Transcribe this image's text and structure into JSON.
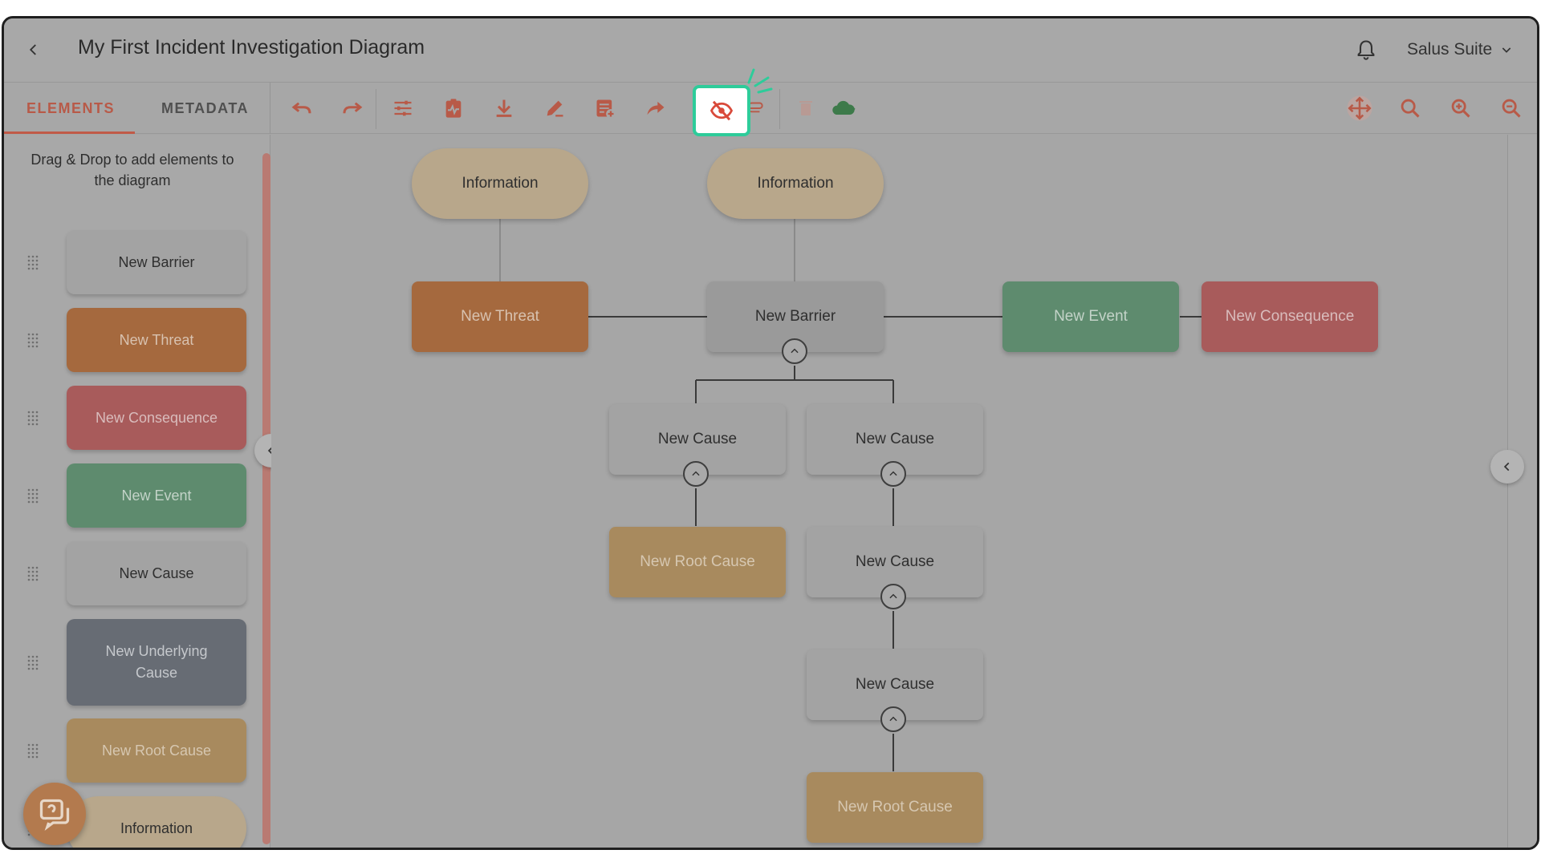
{
  "header": {
    "title": "My First Incident Investigation Diagram",
    "org": "Salus Suite"
  },
  "tabs": {
    "elements": "ELEMENTS",
    "metadata": "METADATA"
  },
  "panel": {
    "hint": "Drag & Drop to add elements to the diagram",
    "palette": [
      {
        "label": "New Barrier",
        "bg": "#a3a3a3",
        "fg": "#2f2f2f"
      },
      {
        "label": "New Threat",
        "bg": "#a5693e",
        "fg": "#d8c2b0"
      },
      {
        "label": "New Consequence",
        "bg": "#a85b5b",
        "fg": "#d9bcbc"
      },
      {
        "label": "New Event",
        "bg": "#5e8b6e",
        "fg": "#c3d3c8"
      },
      {
        "label": "New Cause",
        "bg": "#a3a3a3",
        "fg": "#2f2f2f"
      },
      {
        "label": "New Underlying Cause",
        "bg": "#676c74",
        "fg": "#c5c8cc"
      },
      {
        "label": "New Root Cause",
        "bg": "#a88a5e",
        "fg": "#d6c7b1"
      },
      {
        "label": "Information",
        "bg": "#b8a78b",
        "fg": "#2f2f2f"
      }
    ]
  },
  "diagram": {
    "nodes": [
      {
        "id": "info1",
        "label": "Information",
        "kind": "info",
        "bg": "#b8a78b",
        "fg": "#2f2f2f"
      },
      {
        "id": "info2",
        "label": "Information",
        "kind": "info",
        "bg": "#b8a78b",
        "fg": "#2f2f2f"
      },
      {
        "id": "threat",
        "label": "New Threat",
        "kind": "box",
        "bg": "#a5693e",
        "fg": "#d8c2b0"
      },
      {
        "id": "barrier",
        "label": "New Barrier",
        "kind": "box",
        "bg": "#9a9a9a",
        "fg": "#2f2f2f"
      },
      {
        "id": "event",
        "label": "New Event",
        "kind": "box",
        "bg": "#5e8b6e",
        "fg": "#c3d3c8"
      },
      {
        "id": "consequence",
        "label": "New Consequence",
        "kind": "box",
        "bg": "#a85b5b",
        "fg": "#d9bcbc"
      },
      {
        "id": "cause1",
        "label": "New Cause",
        "kind": "box",
        "bg": "#a3a3a3",
        "fg": "#2f2f2f"
      },
      {
        "id": "cause2",
        "label": "New Cause",
        "kind": "box",
        "bg": "#a3a3a3",
        "fg": "#2f2f2f"
      },
      {
        "id": "root1",
        "label": "New Root Cause",
        "kind": "box",
        "bg": "#a88a5e",
        "fg": "#d6c7b1"
      },
      {
        "id": "cause3",
        "label": "New Cause",
        "kind": "box",
        "bg": "#a3a3a3",
        "fg": "#2f2f2f"
      },
      {
        "id": "cause4",
        "label": "New Cause",
        "kind": "box",
        "bg": "#a3a3a3",
        "fg": "#2f2f2f"
      },
      {
        "id": "root2",
        "label": "New Root Cause",
        "kind": "box",
        "bg": "#a88a5e",
        "fg": "#d6c7b1"
      }
    ]
  },
  "colors": {
    "accent": "#c05a48",
    "highlight_border": "#2ecc9a",
    "cloud_ok": "#3d7a4a"
  }
}
